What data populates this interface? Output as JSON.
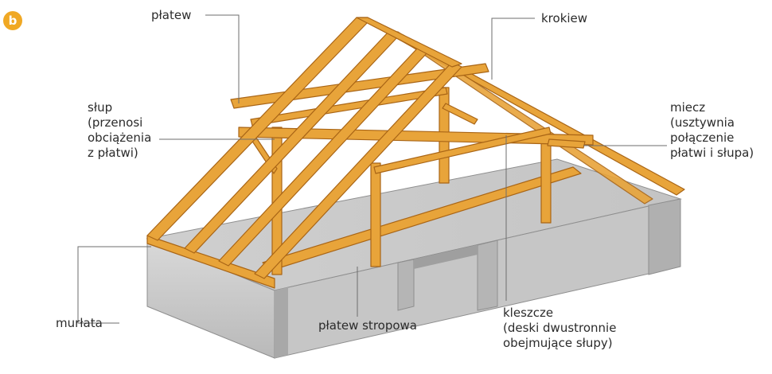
{
  "badge": "b",
  "labels": {
    "platew": "płatew",
    "krokiew": "krokiew",
    "slup": [
      "słup",
      "(przenosi",
      "obciążenia",
      "z płatwi)"
    ],
    "miecz": [
      "miecz",
      "(usztywnia",
      "połączenie",
      "płatwi i słupa)"
    ],
    "murlata": "murłata",
    "platew_stropowa": "płatew stropowa",
    "kleszcze": [
      "kleszcze",
      "(deski dwustronnie",
      "obejmujące słupy)"
    ]
  },
  "colors": {
    "timber": "#e8a43a",
    "timber_dark": "#b86e1c",
    "concrete": "#d2d2d2",
    "concrete_dark": "#9a9a9a",
    "leader": "#6e6e6e",
    "badge": "#f0a824"
  }
}
